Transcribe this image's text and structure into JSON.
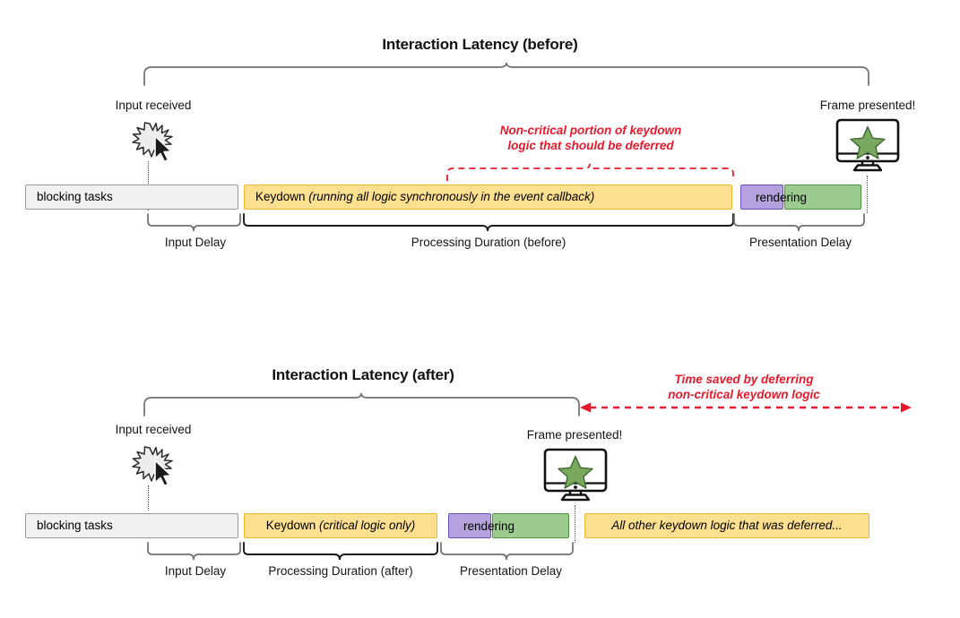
{
  "diagrams": [
    {
      "id": "before",
      "title": "Interaction Latency (before)",
      "start_label": "Input received",
      "end_label": "Frame presented!",
      "callout": {
        "line1": "Non-critical portion of keydown",
        "line2": "logic that should be deferred"
      },
      "bars": [
        {
          "name": "blocking-tasks",
          "text": "blocking tasks",
          "italic": ""
        },
        {
          "name": "keydown",
          "text": "Keydown ",
          "italic": "(running all logic synchronously in the event callback)"
        },
        {
          "name": "paint",
          "text": "",
          "italic": ""
        },
        {
          "name": "compositing",
          "text": "",
          "italic": ""
        }
      ],
      "rendering_label": "rendering",
      "phases": [
        {
          "name": "input-delay",
          "label": "Input Delay"
        },
        {
          "name": "processing-duration",
          "label": "Processing Duration (before)"
        },
        {
          "name": "presentation-delay",
          "label": "Presentation Delay"
        }
      ]
    },
    {
      "id": "after",
      "title": "Interaction Latency (after)",
      "start_label": "Input received",
      "end_label": "Frame presented!",
      "callout": {
        "line1": "Time saved by deferring",
        "line2": "non-critical keydown logic"
      },
      "bars": [
        {
          "name": "blocking-tasks",
          "text": "blocking tasks",
          "italic": ""
        },
        {
          "name": "keydown",
          "text": "Keydown ",
          "italic": "(critical logic only)"
        },
        {
          "name": "paint",
          "text": "",
          "italic": ""
        },
        {
          "name": "compositing",
          "text": "",
          "italic": ""
        },
        {
          "name": "deferred-work",
          "text": "",
          "italic": "All other keydown logic that was deferred..."
        }
      ],
      "rendering_label": "rendering",
      "phases": [
        {
          "name": "input-delay",
          "label": "Input Delay"
        },
        {
          "name": "processing-duration",
          "label": "Processing Duration (after)"
        },
        {
          "name": "presentation-delay",
          "label": "Presentation Delay"
        }
      ]
    }
  ],
  "colors": {
    "blocking": "#f1f1f1",
    "blocking_border": "#9a9a9a",
    "keydown": "#fcdf8f",
    "keydown_border": "#edb72f",
    "paint": "#b3a2de",
    "paint_border": "#6c4fb8",
    "compositing": "#9ccb8f",
    "compositing_border": "#4f9440",
    "callout_red": "#e8192c",
    "star_green": "#7aa85f",
    "brace_gray": "#6e6e6e",
    "brace_black": "#1a1a1a"
  },
  "icons": {
    "input": "input-burst-cursor-icon",
    "frame": "monitor-star-icon"
  }
}
